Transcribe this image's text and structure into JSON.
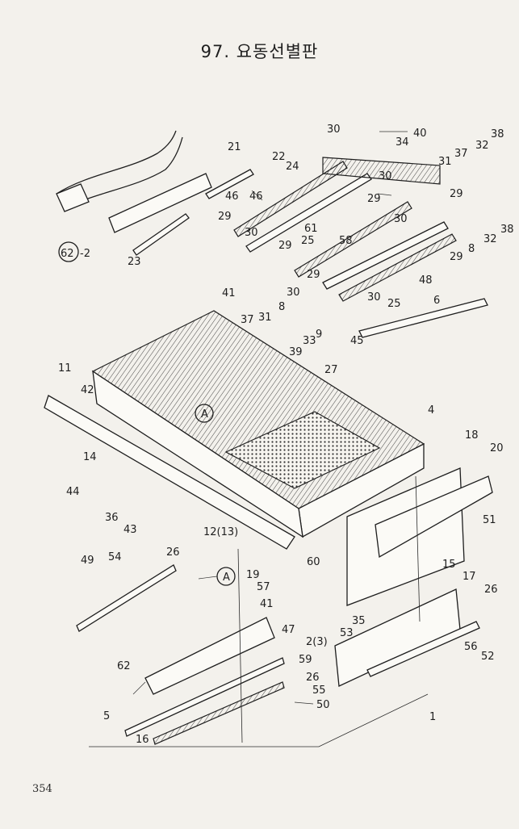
{
  "title": "97. 요동선별판",
  "page_number": "354",
  "callout": "A",
  "ref_labels": [
    "21",
    "22",
    "24",
    "46",
    "46",
    "29",
    "30",
    "61",
    "25",
    "23",
    "62",
    "-2",
    "30",
    "34",
    "40",
    "31",
    "37",
    "32",
    "38",
    "38",
    "32",
    "30",
    "29",
    "29",
    "30",
    "8",
    "29",
    "58",
    "25",
    "48",
    "6",
    "29",
    "29",
    "30",
    "8",
    "30",
    "9",
    "33",
    "39",
    "45",
    "27",
    "41",
    "37",
    "31",
    "4",
    "11",
    "42",
    "A",
    "14",
    "44",
    "36",
    "43",
    "12(13)",
    "18",
    "20",
    "51",
    "26",
    "49",
    "54",
    "A",
    "19",
    "57",
    "60",
    "41",
    "47",
    "35",
    "53",
    "2(3)",
    "15",
    "17",
    "26",
    "56",
    "52",
    "59",
    "62",
    "26",
    "55",
    "50",
    "5",
    "16",
    "1"
  ]
}
